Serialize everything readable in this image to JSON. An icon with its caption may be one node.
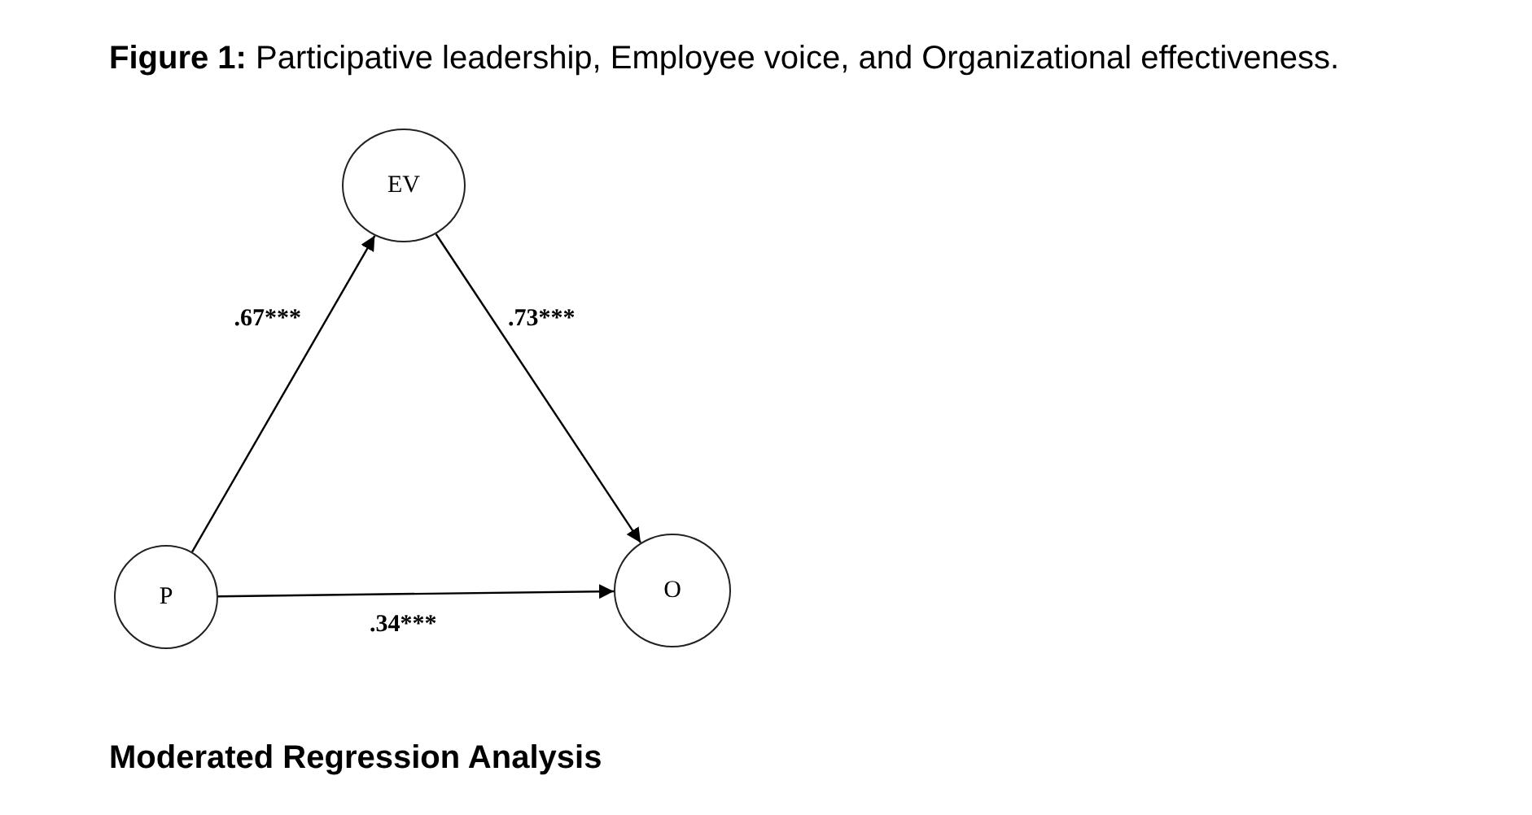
{
  "diagram": {
    "title": "**Figure 1:** Participative leadership, Employee voice, and Organizational effectiveness.",
    "nodes": [
      {
        "text": [
          "EV"
        ]
      },
      {
        "text": [
          "P"
        ]
      },
      {
        "text": [
          "O"
        ]
      }
    ],
    "edges": [
      {
        "from": 1,
        "to": 0,
        "arrow": "to",
        "label": ".67***"
      },
      {
        "from": 0,
        "to": 2,
        "arrow": "to",
        "label": ".73***"
      },
      {
        "from": 1,
        "to": 2,
        "arrow": "to",
        "label": ".34***"
      }
    ],
    "labels": [
      "Moderated Regression Analysis"
    ]
  }
}
